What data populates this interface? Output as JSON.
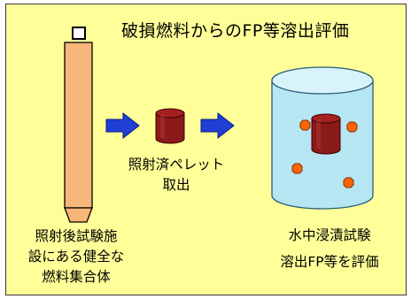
{
  "title": "破損燃料からのFP等溶出評価",
  "captions": {
    "fuel_line1": "照射後試験施",
    "fuel_line2": "設にある健全な",
    "fuel_line3": "燃料集合体",
    "pellet_line1": "照射済ペレット",
    "pellet_line2": "取出",
    "test_line1": "水中浸漬試験",
    "test_line2": "溶出FP等を評価"
  },
  "colors": {
    "background": "#ffff99",
    "fuel_rod": "#f7b67a",
    "pellet": "#8b1a1a",
    "arrow": "#1f3fd6",
    "water": "#b7e6f3",
    "particles": "#ff6600"
  }
}
